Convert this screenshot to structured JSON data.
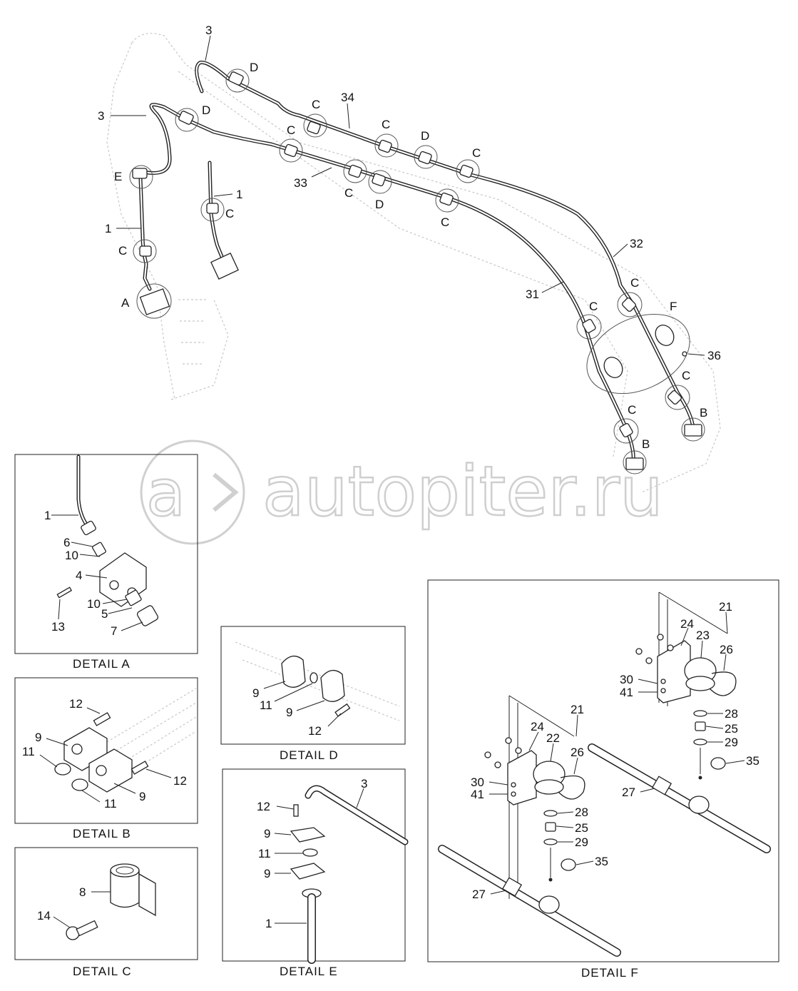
{
  "watermark": "autopiter.ru",
  "main_labels": {
    "l3a": "3",
    "l3b": "3",
    "l34": "34",
    "l33": "33",
    "l32": "32",
    "l31": "31",
    "l1a": "1",
    "l1b": "1",
    "l36": "36",
    "dA": "D",
    "dB": "D",
    "dC": "D",
    "dD": "D",
    "cA": "C",
    "cB": "C",
    "cC": "C",
    "cD": "C",
    "cE": "C",
    "cF": "C",
    "cG": "C",
    "cH": "C",
    "cI": "C",
    "cJ": "C",
    "cK": "C",
    "cL": "C",
    "cM": "C",
    "eA": "E",
    "aA": "A",
    "fA": "F",
    "bA": "B",
    "bB": "B"
  },
  "detail_a": {
    "caption": "DETAIL  A",
    "labels": {
      "p1": "1",
      "p6": "6",
      "p10a": "10",
      "p4": "4",
      "p10b": "10",
      "p5": "5",
      "p13": "13",
      "p7": "7"
    }
  },
  "detail_b": {
    "caption": "DETAIL  B",
    "labels": {
      "p12a": "12",
      "p9a": "9",
      "p11a": "11",
      "p12b": "12",
      "p9b": "9",
      "p11b": "11"
    }
  },
  "detail_c": {
    "caption": "DETAIL  C",
    "labels": {
      "p8": "8",
      "p14": "14"
    }
  },
  "detail_d": {
    "caption": "DETAIL  D",
    "labels": {
      "p9a": "9",
      "p11": "11",
      "p9b": "9",
      "p12": "12"
    }
  },
  "detail_e": {
    "caption": "DETAIL  E",
    "labels": {
      "p3": "3",
      "p12": "12",
      "p9a": "9",
      "p11": "11",
      "p9b": "9",
      "p1": "1"
    }
  },
  "detail_f": {
    "caption": "DETAIL  F",
    "labels": {
      "p21a": "21",
      "p24a": "24",
      "p23": "23",
      "p26a": "26",
      "p30a": "30",
      "p41a": "41",
      "p28a": "28",
      "p25a": "25",
      "p29a": "29",
      "p35a": "35",
      "p27a": "27",
      "p21b": "21",
      "p24b": "24",
      "p22": "22",
      "p26b": "26",
      "p30b": "30",
      "p41b": "41",
      "p28b": "28",
      "p25b": "25",
      "p29b": "29",
      "p35b": "35",
      "p27b": "27"
    }
  }
}
